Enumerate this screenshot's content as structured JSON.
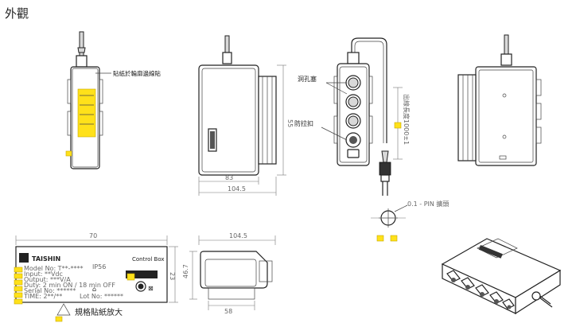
{
  "title": "外觀",
  "labels": {
    "sticker_position": "貼紙於輪廓邊線貼",
    "plug_hole": "洞孔塞",
    "anti_pull": "防拉扣",
    "cable_length": "出線長度1000±1",
    "pin_rotate": "0.1 - PIN 擴頭",
    "spec_label_enlarged": "規格貼紙放大"
  },
  "dimensions": {
    "front_width_inner": "83",
    "front_width_outer": "104.5",
    "front_height": "55",
    "label_width": "70",
    "label_height": "23",
    "side_width": "104.5",
    "side_width_inner": "58",
    "side_height": "46.7"
  },
  "label_card": {
    "brand": "TAISHIN",
    "product": "Control Box",
    "ip_rating": "IP56",
    "row1": "Model No: T**-****",
    "row2": "Input: **Vdc",
    "row3": "Output: ***V/A",
    "row4": "Duty: 2 min ON / 18 min OFF",
    "row5": "Serial No: ******",
    "row6": "TIME: 2**/**",
    "row7": "Lot No: ******",
    "barcode_hint": "|||||||"
  },
  "colors": {
    "line": "#222222",
    "sticker": "#ffe11a",
    "background": "#ffffff"
  }
}
